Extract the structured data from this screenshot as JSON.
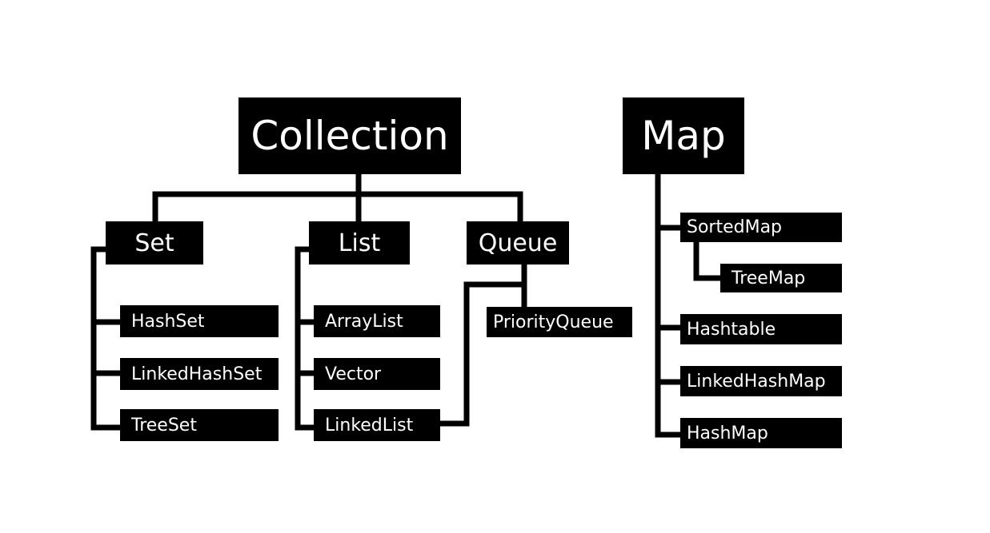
{
  "colors": {
    "box": "#000000",
    "text": "#ffffff",
    "line": "#000000",
    "background": "#ffffff"
  },
  "collection": {
    "label": "Collection",
    "set": {
      "label": "Set",
      "children": [
        "HashSet",
        "LinkedHashSet",
        "TreeSet"
      ]
    },
    "list": {
      "label": "List",
      "children": [
        "ArrayList",
        "Vector",
        "LinkedList"
      ]
    },
    "queue": {
      "label": "Queue",
      "children": [
        "PriorityQueue"
      ]
    }
  },
  "map": {
    "label": "Map",
    "sorted_map": {
      "label": "SortedMap",
      "children": [
        "TreeMap"
      ]
    },
    "children": [
      "Hashtable",
      "LinkedHashMap",
      "HashMap"
    ]
  }
}
